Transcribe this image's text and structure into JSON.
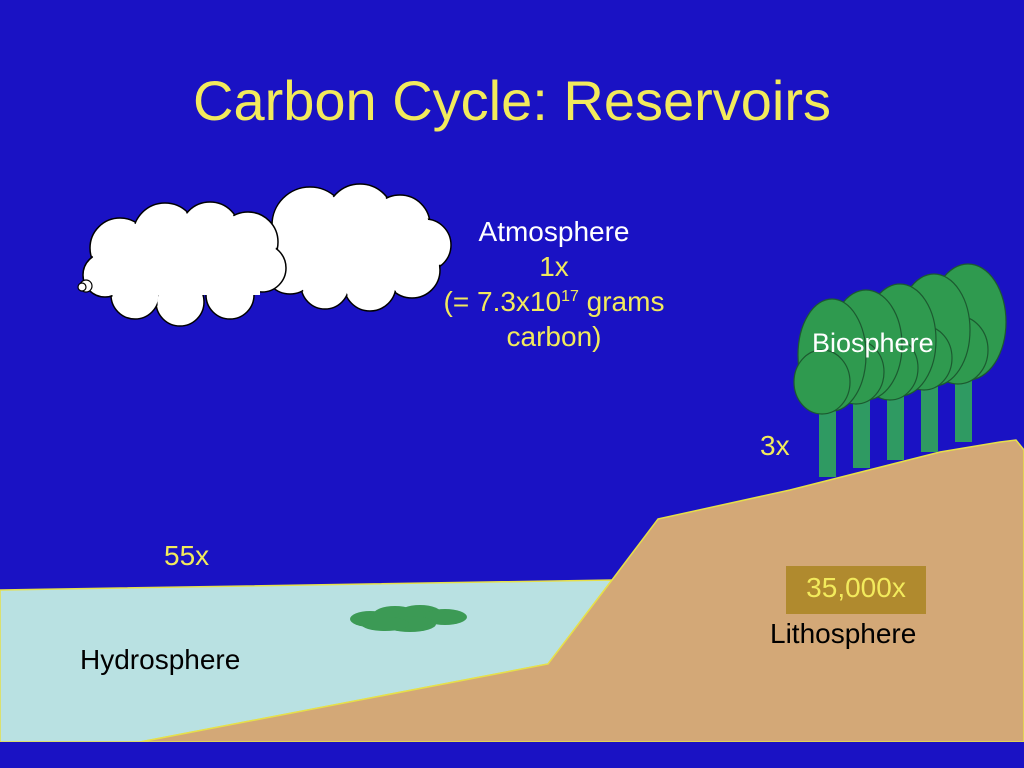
{
  "title": "Carbon Cycle: Reservoirs",
  "atmosphere": {
    "label": "Atmosphere",
    "multiplier": "1x",
    "note_prefix": "(= 7.3x10",
    "note_exponent": "17",
    "note_suffix": " grams",
    "note_line2": "carbon)"
  },
  "biosphere": {
    "label": "Biosphere",
    "multiplier": "3x"
  },
  "hydrosphere": {
    "label": "Hydrosphere",
    "multiplier": "55x"
  },
  "lithosphere": {
    "label": "Lithosphere",
    "multiplier": "35,000x"
  },
  "colors": {
    "background": "#1a12c4",
    "title": "#f2ea5c",
    "highlight_text": "#f2ea5c",
    "water": "#b9e1e2",
    "land": "#d3a877",
    "tree_foliage": "#2f9a4f",
    "tree_trunk": "#2f9a62",
    "cloud": "#ffffff",
    "badge": "#b08a2e"
  }
}
